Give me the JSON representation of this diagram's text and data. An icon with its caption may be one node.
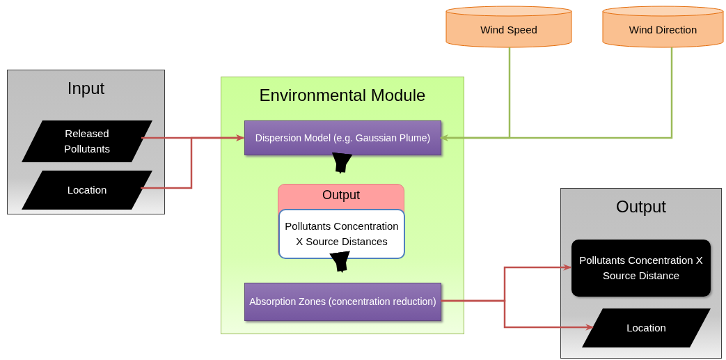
{
  "diagram": {
    "nodes": [
      {
        "text": [
          "Input"
        ]
      },
      {
        "text": [
          "Released Pollutants"
        ],
        "in": 0
      },
      {
        "text": [
          "Location"
        ],
        "in": 0
      },
      {
        "text": [
          "Environmental Module"
        ]
      },
      {
        "text": [
          "Dispersion Model (e.g. Gaussian Plume)"
        ],
        "in": 3
      },
      {
        "text": [
          "Output"
        ],
        "in": 3
      },
      {
        "text": [
          "Pollutants Concentration X Source Distances"
        ],
        "in": 5
      },
      {
        "text": [
          "Absorption Zones (concentration reduction)"
        ],
        "in": 3
      },
      {
        "text": [
          "Output"
        ]
      },
      {
        "text": [
          "Pollutants Concentration X Source Distance"
        ],
        "in": 8
      },
      {
        "text": [
          "Location"
        ],
        "in": 8
      },
      {
        "text": [
          "Wind Speed"
        ]
      },
      {
        "text": [
          "Wind Direction"
        ]
      }
    ],
    "edges": [
      {
        "from": 1,
        "to": 4,
        "arrow": "to"
      },
      {
        "from": 2,
        "to": 4,
        "arrow": "to"
      },
      {
        "from": 11,
        "to": 4,
        "arrow": "to",
        "color": "#9bbb59"
      },
      {
        "from": 12,
        "to": 4,
        "arrow": "to",
        "color": "#9bbb59"
      },
      {
        "from": 4,
        "to": 5,
        "arrow": "to",
        "style": "thick",
        "color": "#000000"
      },
      {
        "from": 6,
        "to": 7,
        "arrow": "to",
        "style": "thick",
        "color": "#000000"
      },
      {
        "from": 7,
        "to": 9,
        "arrow": "to"
      },
      {
        "from": 7,
        "to": 10,
        "arrow": "to"
      }
    ]
  }
}
